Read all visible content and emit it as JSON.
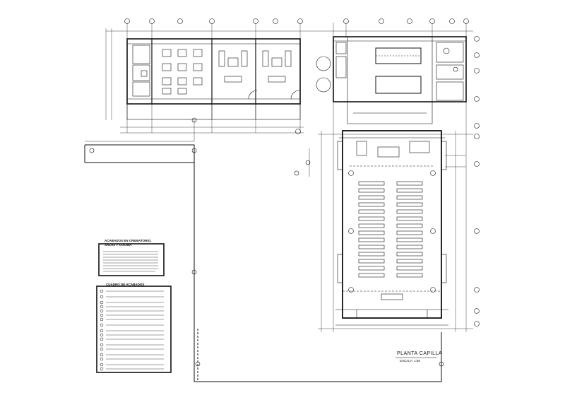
{
  "drawing": {
    "title": "PLANTA CAPILLA",
    "scale": "ESCALA: 1:50",
    "background": "#ffffff",
    "line_color": "#111111"
  },
  "notes": {
    "acabados_heading": "ACABADOS EN CREMATORIO,\nSALAS Y COCINA",
    "cuadro_heading": "CUADRO DE ACABADOS"
  }
}
